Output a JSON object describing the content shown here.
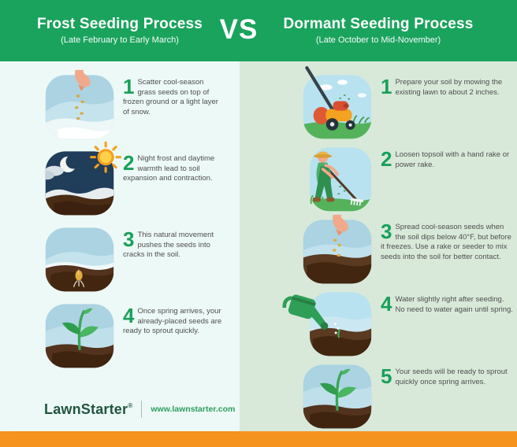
{
  "header": {
    "left_title": "Frost Seeding Process",
    "left_subtitle": "(Late February to Early March)",
    "vs": "VS",
    "right_title": "Dormant Seeding Process",
    "right_subtitle": "(Late October to Mid-November)"
  },
  "left_column": {
    "steps": [
      {
        "number": "1",
        "icon": "hand-scattering-seeds-on-snow",
        "text": "Scatter cool-season grass seeds on top of frozen ground or a light layer of snow."
      },
      {
        "number": "2",
        "icon": "night-frost-day-sun",
        "text": "Night frost and daytime warmth lead to soil expansion and contraction."
      },
      {
        "number": "3",
        "icon": "seed-in-soil-crack",
        "text": "This natural movement pushes the seeds into cracks in the soil."
      },
      {
        "number": "4",
        "icon": "sprouting-seedling",
        "text": "Once spring arrives, your already-placed seeds are ready to sprout quickly."
      }
    ]
  },
  "right_column": {
    "steps": [
      {
        "number": "1",
        "icon": "lawn-mower",
        "text": "Prepare your soil by mowing the existing lawn to about 2 inches."
      },
      {
        "number": "2",
        "icon": "gardener-raking",
        "text": "Loosen topsoil with a hand rake or power rake."
      },
      {
        "number": "3",
        "icon": "hand-spreading-seeds",
        "text": "Spread cool-season seeds when the soil dips below 40°F, but before it freezes. Use a rake or seeder to mix seeds into the soil for better contact."
      },
      {
        "number": "4",
        "icon": "watering-can",
        "text": "Water slightly right after seeding. No need to water again until spring."
      },
      {
        "number": "5",
        "icon": "sprouting-seedling",
        "text": "Your seeds will be ready to sprout quickly once spring arrives."
      }
    ]
  },
  "footer": {
    "brand": "LawnStarter",
    "registered_mark": "®",
    "website": "www.lawnstarter.com"
  },
  "colors": {
    "header_green": "#1aa35d",
    "left_bg": "#edf9f6",
    "right_bg": "#d8e9d9",
    "accent_orange": "#f6921e",
    "number_green": "#18a05b",
    "body_text": "#4f4f4f",
    "brand_dark_green": "#20553f"
  }
}
